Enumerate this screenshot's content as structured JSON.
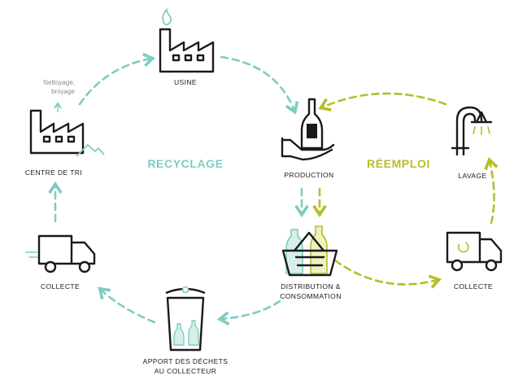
{
  "colors": {
    "recycle": "#7fccc0",
    "reuse": "#b5be2a",
    "ink": "#1a1a1a",
    "note": "#8a8a8a"
  },
  "titles": {
    "recycle": "RECYCLAGE",
    "reuse": "RÉEMPLOI"
  },
  "nodes": {
    "usine": "USINE",
    "centre_tri": "CENTRE DE TRI",
    "production": "PRODUCTION",
    "lavage": "LAVAGE",
    "collecte_left": "COLLECTE",
    "collecte_right": "COLLECTE",
    "distribution_line1": "DISTRIBUTION &",
    "distribution_line2": "CONSOMMATION",
    "apport_line1": "APPORT DES DÉCHETS",
    "apport_line2": "AU COLLECTEUR"
  },
  "note": {
    "line1": "Nettoyage,",
    "line2": "broyage"
  },
  "icons": [
    "factory-icon",
    "flame-icon",
    "bottle-hand-icon",
    "faucet-icon",
    "basket-icon",
    "truck-icon",
    "bin-icon"
  ]
}
